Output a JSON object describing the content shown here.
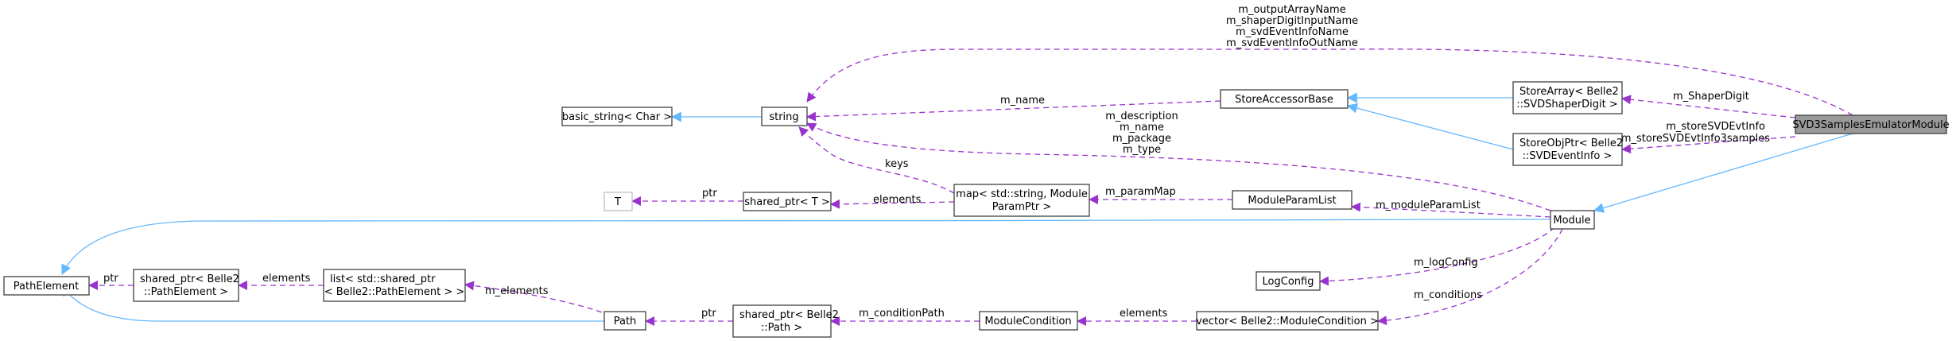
{
  "colors": {
    "usage_edge": "#9a32cd",
    "inherit_edge": "#63b8ff",
    "focus_fill": "#999999",
    "node_border": "#404040",
    "faded_border": "#bfbfbf"
  },
  "nodes": {
    "svd3": [
      "SVD3SamplesEmulatorModule"
    ],
    "storearray": [
      "StoreArray< Belle2",
      "::SVDShaperDigit >"
    ],
    "storeobjptr": [
      "StoreObjPtr< Belle2",
      "::SVDEventInfo >"
    ],
    "storeaccessorbase": [
      "StoreAccessorBase"
    ],
    "basic_string": [
      "basic_string< Char >"
    ],
    "string": [
      "string"
    ],
    "module": [
      "Module"
    ],
    "moduleparamlist": [
      "ModuleParamList"
    ],
    "map": [
      "map< std::string, Module",
      "ParamPtr >"
    ],
    "shared_ptr_t": [
      "shared_ptr< T >"
    ],
    "t": [
      "T"
    ],
    "logconfig": [
      "LogConfig"
    ],
    "pathelement": [
      "PathElement"
    ],
    "shared_ptr_pe": [
      "shared_ptr< Belle2",
      "::PathElement >"
    ],
    "list": [
      "list< std::shared_ptr",
      "< Belle2::PathElement > >"
    ],
    "path": [
      "Path"
    ],
    "shared_ptr_path": [
      "shared_ptr< Belle2",
      "::Path >"
    ],
    "modulecondition": [
      "ModuleCondition"
    ],
    "vector": [
      "vector< Belle2::ModuleCondition >"
    ]
  },
  "edge_labels": {
    "top_names": [
      "m_outputArrayName",
      "m_shaperDigitInputName",
      "m_svdEventInfoName",
      "m_svdEventInfoOutName"
    ],
    "m_shaperdigit": [
      "m_ShaperDigit"
    ],
    "m_storesvdevtinfo": [
      "m_storeSVDEvtInfo",
      "m_storeSVDEvtInfo3samples"
    ],
    "m_name": [
      "m_name"
    ],
    "module_strings": [
      "m_description",
      "m_name",
      "m_package",
      "m_type"
    ],
    "keys": [
      "keys"
    ],
    "elements_map": [
      "elements"
    ],
    "ptr_t": [
      "ptr"
    ],
    "m_parammap": [
      "m_paramMap"
    ],
    "m_moduleparamlist": [
      "m_moduleParamList"
    ],
    "m_logconfig": [
      "m_logConfig"
    ],
    "m_conditions": [
      "m_conditions"
    ],
    "elements_cond": [
      "elements"
    ],
    "m_conditionpath": [
      "m_conditionPath"
    ],
    "ptr_path": [
      "ptr"
    ],
    "m_elements": [
      "m_elements"
    ],
    "elements_list": [
      "elements"
    ],
    "ptr_pe": [
      "ptr"
    ]
  }
}
